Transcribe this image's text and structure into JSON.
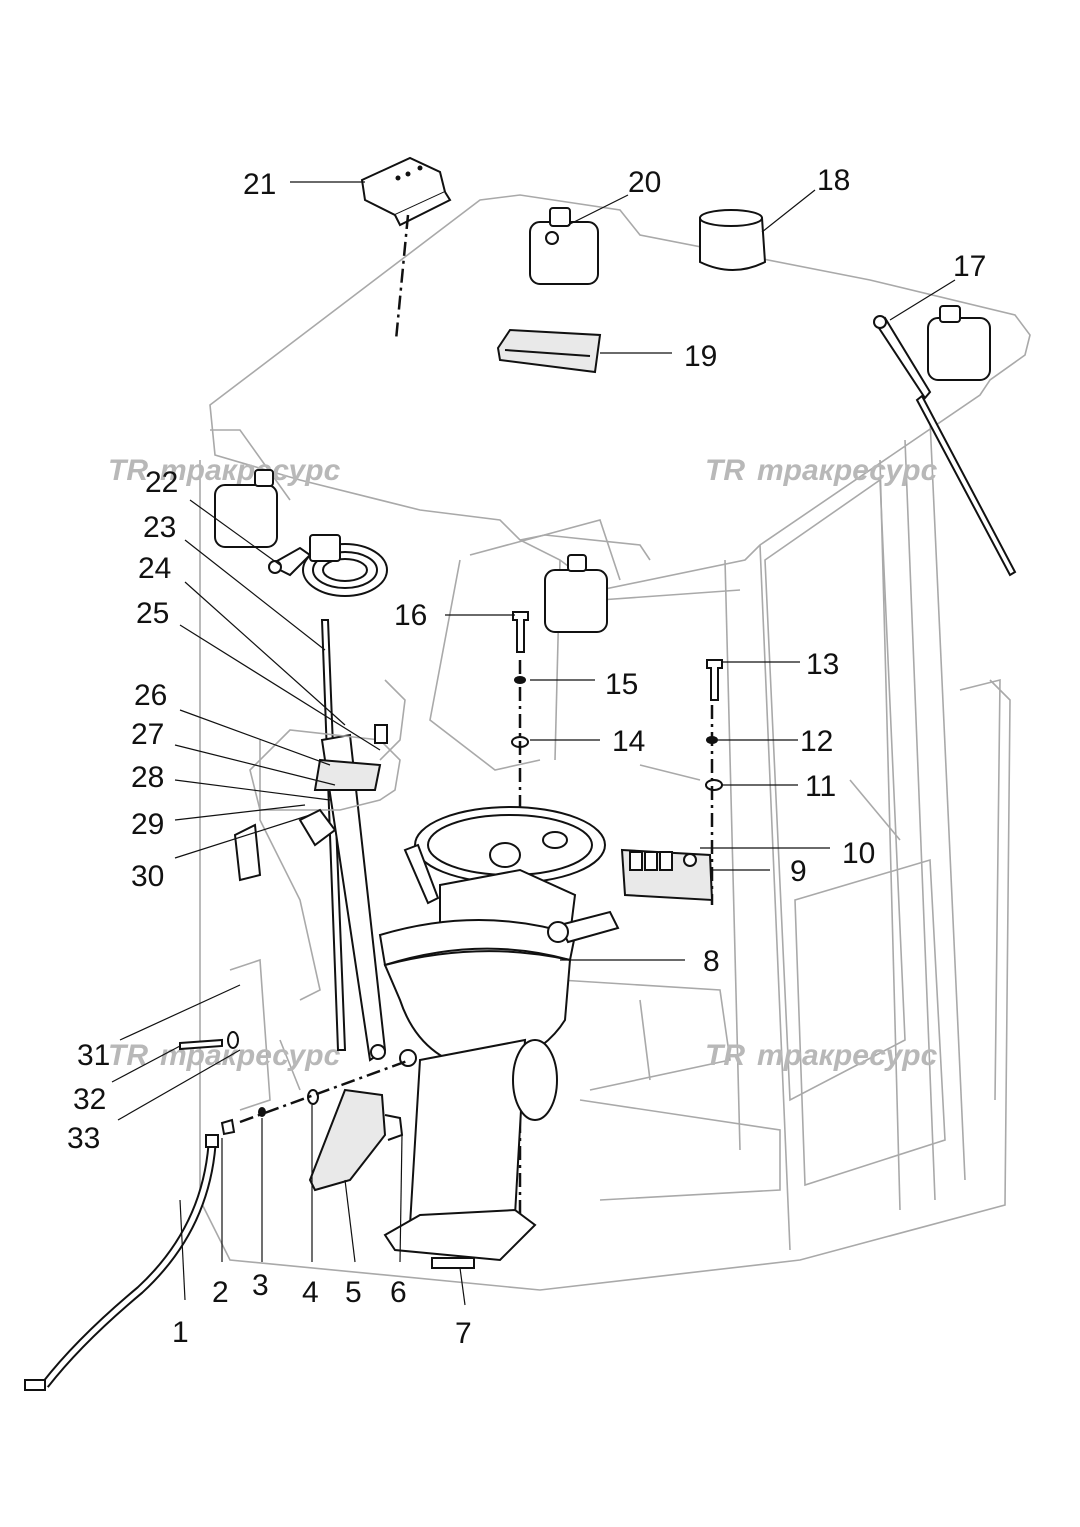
{
  "watermark": {
    "logo": "TR",
    "text": "тракресурс"
  },
  "callouts": [
    "1",
    "2",
    "3",
    "4",
    "5",
    "6",
    "7",
    "8",
    "9",
    "10",
    "11",
    "12",
    "13",
    "14",
    "15",
    "16",
    "17",
    "18",
    "19",
    "20",
    "21",
    "22",
    "23",
    "24",
    "25",
    "26",
    "27",
    "28",
    "29",
    "30",
    "31",
    "32",
    "33"
  ]
}
